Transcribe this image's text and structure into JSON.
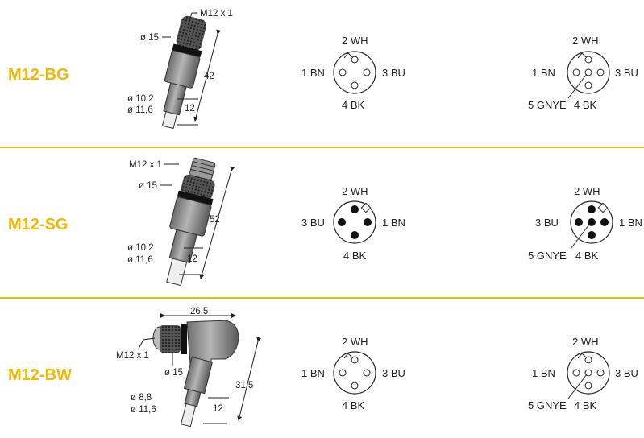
{
  "colors": {
    "accent": "#f5b800",
    "divider": "#f5b800",
    "ink": "#222222",
    "body": "#8a8a8a",
    "knurl": "#3a3a3a"
  },
  "rows": [
    {
      "name": "M12-BG",
      "dims": {
        "thread": "M12 x 1",
        "d_top": "ø 15",
        "length": "42",
        "d_a": "ø 10,2",
        "d_b": "ø 11,6",
        "tail": "12"
      },
      "pins4": {
        "top": "2 WH",
        "left": "1 BN",
        "right": "3 BU",
        "bottom": "4 BK"
      },
      "pins5": {
        "top": "2 WH",
        "left": "1 BN",
        "right": "3 BU",
        "bottom": "4 BK",
        "center": "5 GNYE"
      }
    },
    {
      "name": "M12-SG",
      "dims": {
        "thread": "M12 x 1",
        "d_top": "ø 15",
        "length": "52",
        "d_a": "ø 10,2",
        "d_b": "ø 11,6",
        "tail": "12"
      },
      "pins4": {
        "top": "2 WH",
        "left": "3 BU",
        "right": "1 BN",
        "bottom": "4 BK"
      },
      "pins5": {
        "top": "2 WH",
        "left": "3 BU",
        "right": "1 BN",
        "bottom": "4 BK",
        "center": "5 GNYE"
      }
    },
    {
      "name": "M12-BW",
      "dims": {
        "width": "26,5",
        "thread": "M12 x 1",
        "d_top": "ø 15",
        "length": "31,5",
        "d_a": "ø 8,8",
        "d_b": "ø 11,6",
        "tail": "12"
      },
      "pins4": {
        "top": "2 WH",
        "left": "1 BN",
        "right": "3 BU",
        "bottom": "4 BK"
      },
      "pins5": {
        "top": "2 WH",
        "left": "1 BN",
        "right": "3 BU",
        "bottom": "4 BK",
        "center": "5 GNYE"
      }
    }
  ]
}
